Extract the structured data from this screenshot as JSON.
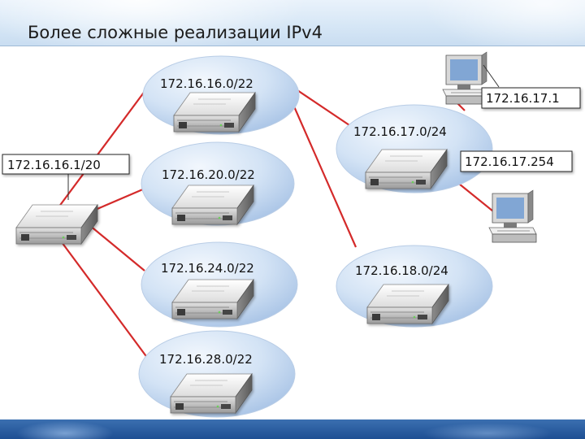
{
  "title": "Более сложные реализации IPv4",
  "colors": {
    "link": "#d42a2a",
    "subnet_fill_light": "#eef4fc",
    "subnet_fill_dark": "#a9c4e6",
    "header_band": "#d7e7f6",
    "footer_band": "#1e4f93"
  },
  "subnets": [
    {
      "label": "172.16.16.0/22",
      "icon": "server-icon"
    },
    {
      "label": "172.16.20.0/22",
      "icon": "server-icon"
    },
    {
      "label": "172.16.24.0/22",
      "icon": "server-icon"
    },
    {
      "label": "172.16.28.0/22",
      "icon": "server-icon"
    },
    {
      "label": "172.16.17.0/24",
      "icon": "server-icon"
    },
    {
      "label": "172.16.18.0/24",
      "icon": "server-icon"
    }
  ],
  "router": {
    "label": "172.16.16.1/20",
    "icon": "server-icon"
  },
  "hosts": [
    {
      "label": "172.16.17.1",
      "icon": "workstation-icon"
    },
    {
      "label": "172.16.17.254",
      "icon": "workstation-icon"
    }
  ]
}
